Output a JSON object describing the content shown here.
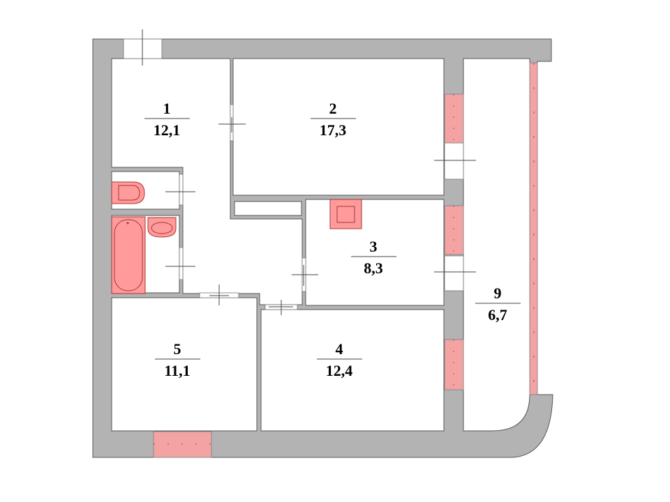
{
  "rooms": [
    {
      "number": "1",
      "area": "12,1"
    },
    {
      "number": "2",
      "area": "17,3"
    },
    {
      "number": "3",
      "area": "8,3"
    },
    {
      "number": "4",
      "area": "12,4"
    },
    {
      "number": "5",
      "area": "11,1"
    },
    {
      "number": "9",
      "area": "6,7"
    }
  ],
  "colors": {
    "wall": "#b3b3b3",
    "window": "#f4a3a3",
    "fixture": "#ff9b9b"
  }
}
